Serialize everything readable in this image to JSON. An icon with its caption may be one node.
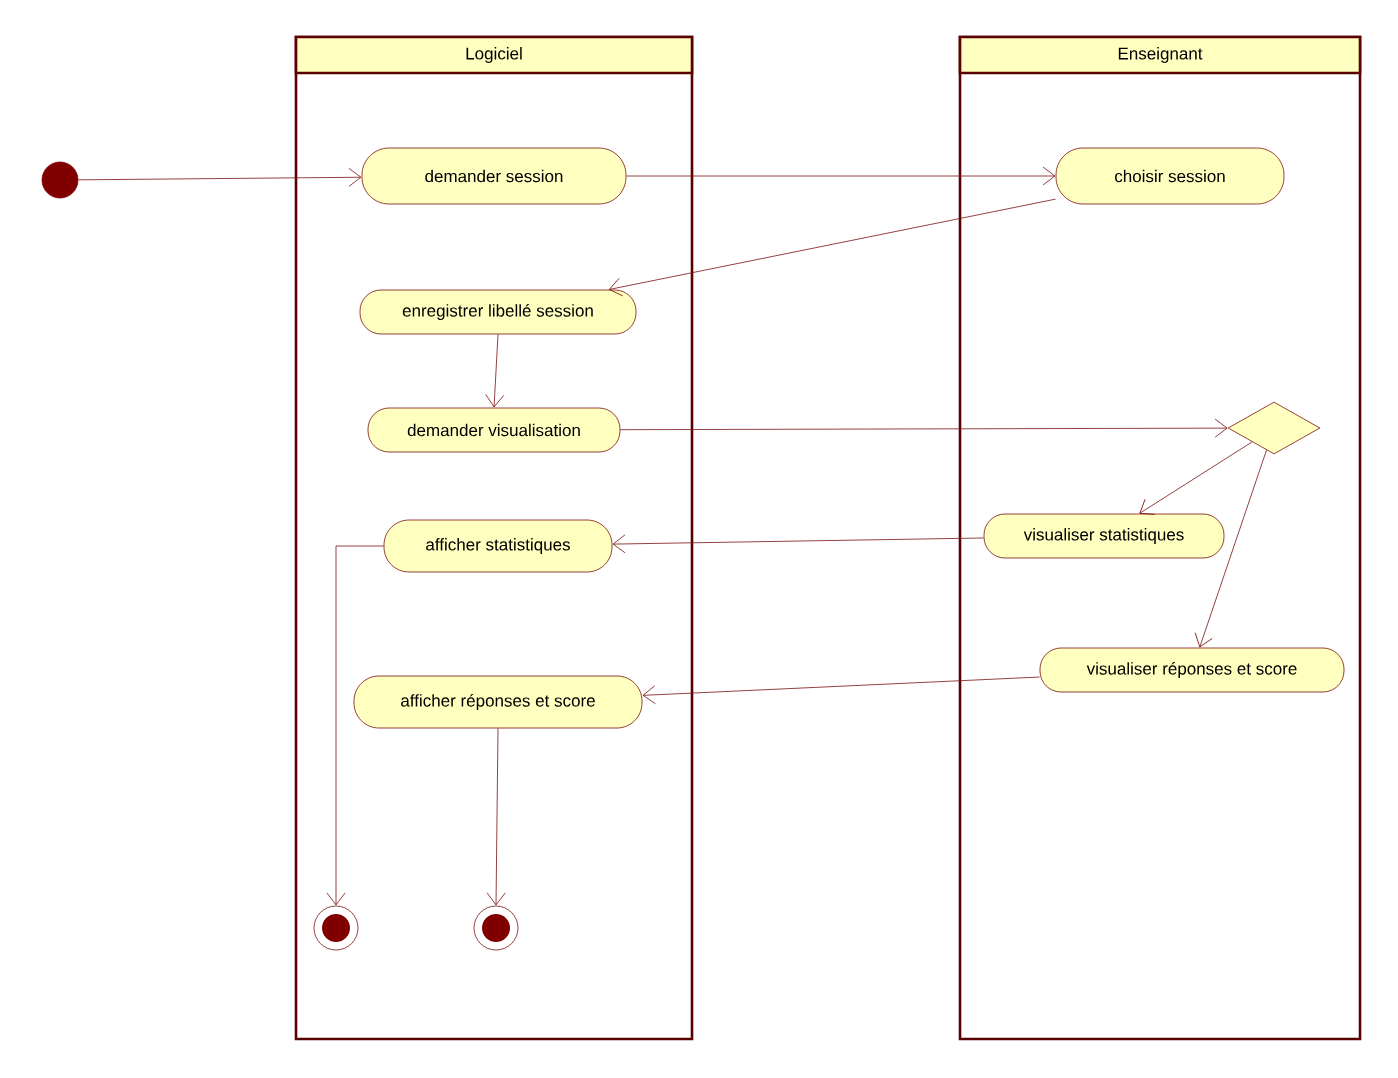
{
  "diagram": {
    "nodes": [
      {
        "text": [
          "Logiciel"
        ]
      },
      {
        "text": [
          "Enseignant"
        ]
      },
      {
        "text": [],
        "shape": "circle"
      },
      {
        "text": [
          "demander session"
        ],
        "in": 0
      },
      {
        "text": [
          "choisir session"
        ],
        "in": 1
      },
      {
        "text": [
          "enregistrer libellé session"
        ],
        "in": 0
      },
      {
        "text": [
          "demander visualisation"
        ],
        "in": 0
      },
      {
        "text": [],
        "shape": "diamond",
        "in": 1
      },
      {
        "text": [
          "visualiser statistiques"
        ],
        "in": 1
      },
      {
        "text": [
          "afficher statistiques"
        ],
        "in": 0
      },
      {
        "text": [
          "visualiser réponses et score"
        ],
        "in": 1
      },
      {
        "text": [
          "afficher réponses et score"
        ],
        "in": 0
      },
      {
        "text": [],
        "shape": "bullseye",
        "in": 0
      },
      {
        "text": [],
        "shape": "bullseye",
        "in": 0
      }
    ],
    "edges": [
      {
        "from": 2,
        "to": 3,
        "arrow": "to"
      },
      {
        "from": 3,
        "to": 4,
        "arrow": "to"
      },
      {
        "from": 4,
        "to": 5,
        "arrow": "to"
      },
      {
        "from": 5,
        "to": 6,
        "arrow": "to"
      },
      {
        "from": 6,
        "to": 7,
        "arrow": "to"
      },
      {
        "from": 7,
        "to": 8,
        "arrow": "to"
      },
      {
        "from": 7,
        "to": 10,
        "arrow": "to"
      },
      {
        "from": 8,
        "to": 9,
        "arrow": "to"
      },
      {
        "from": 10,
        "to": 11,
        "arrow": "to"
      },
      {
        "from": 9,
        "to": 12,
        "arrow": "to"
      },
      {
        "from": 11,
        "to": 13,
        "arrow": "to"
      }
    ]
  }
}
